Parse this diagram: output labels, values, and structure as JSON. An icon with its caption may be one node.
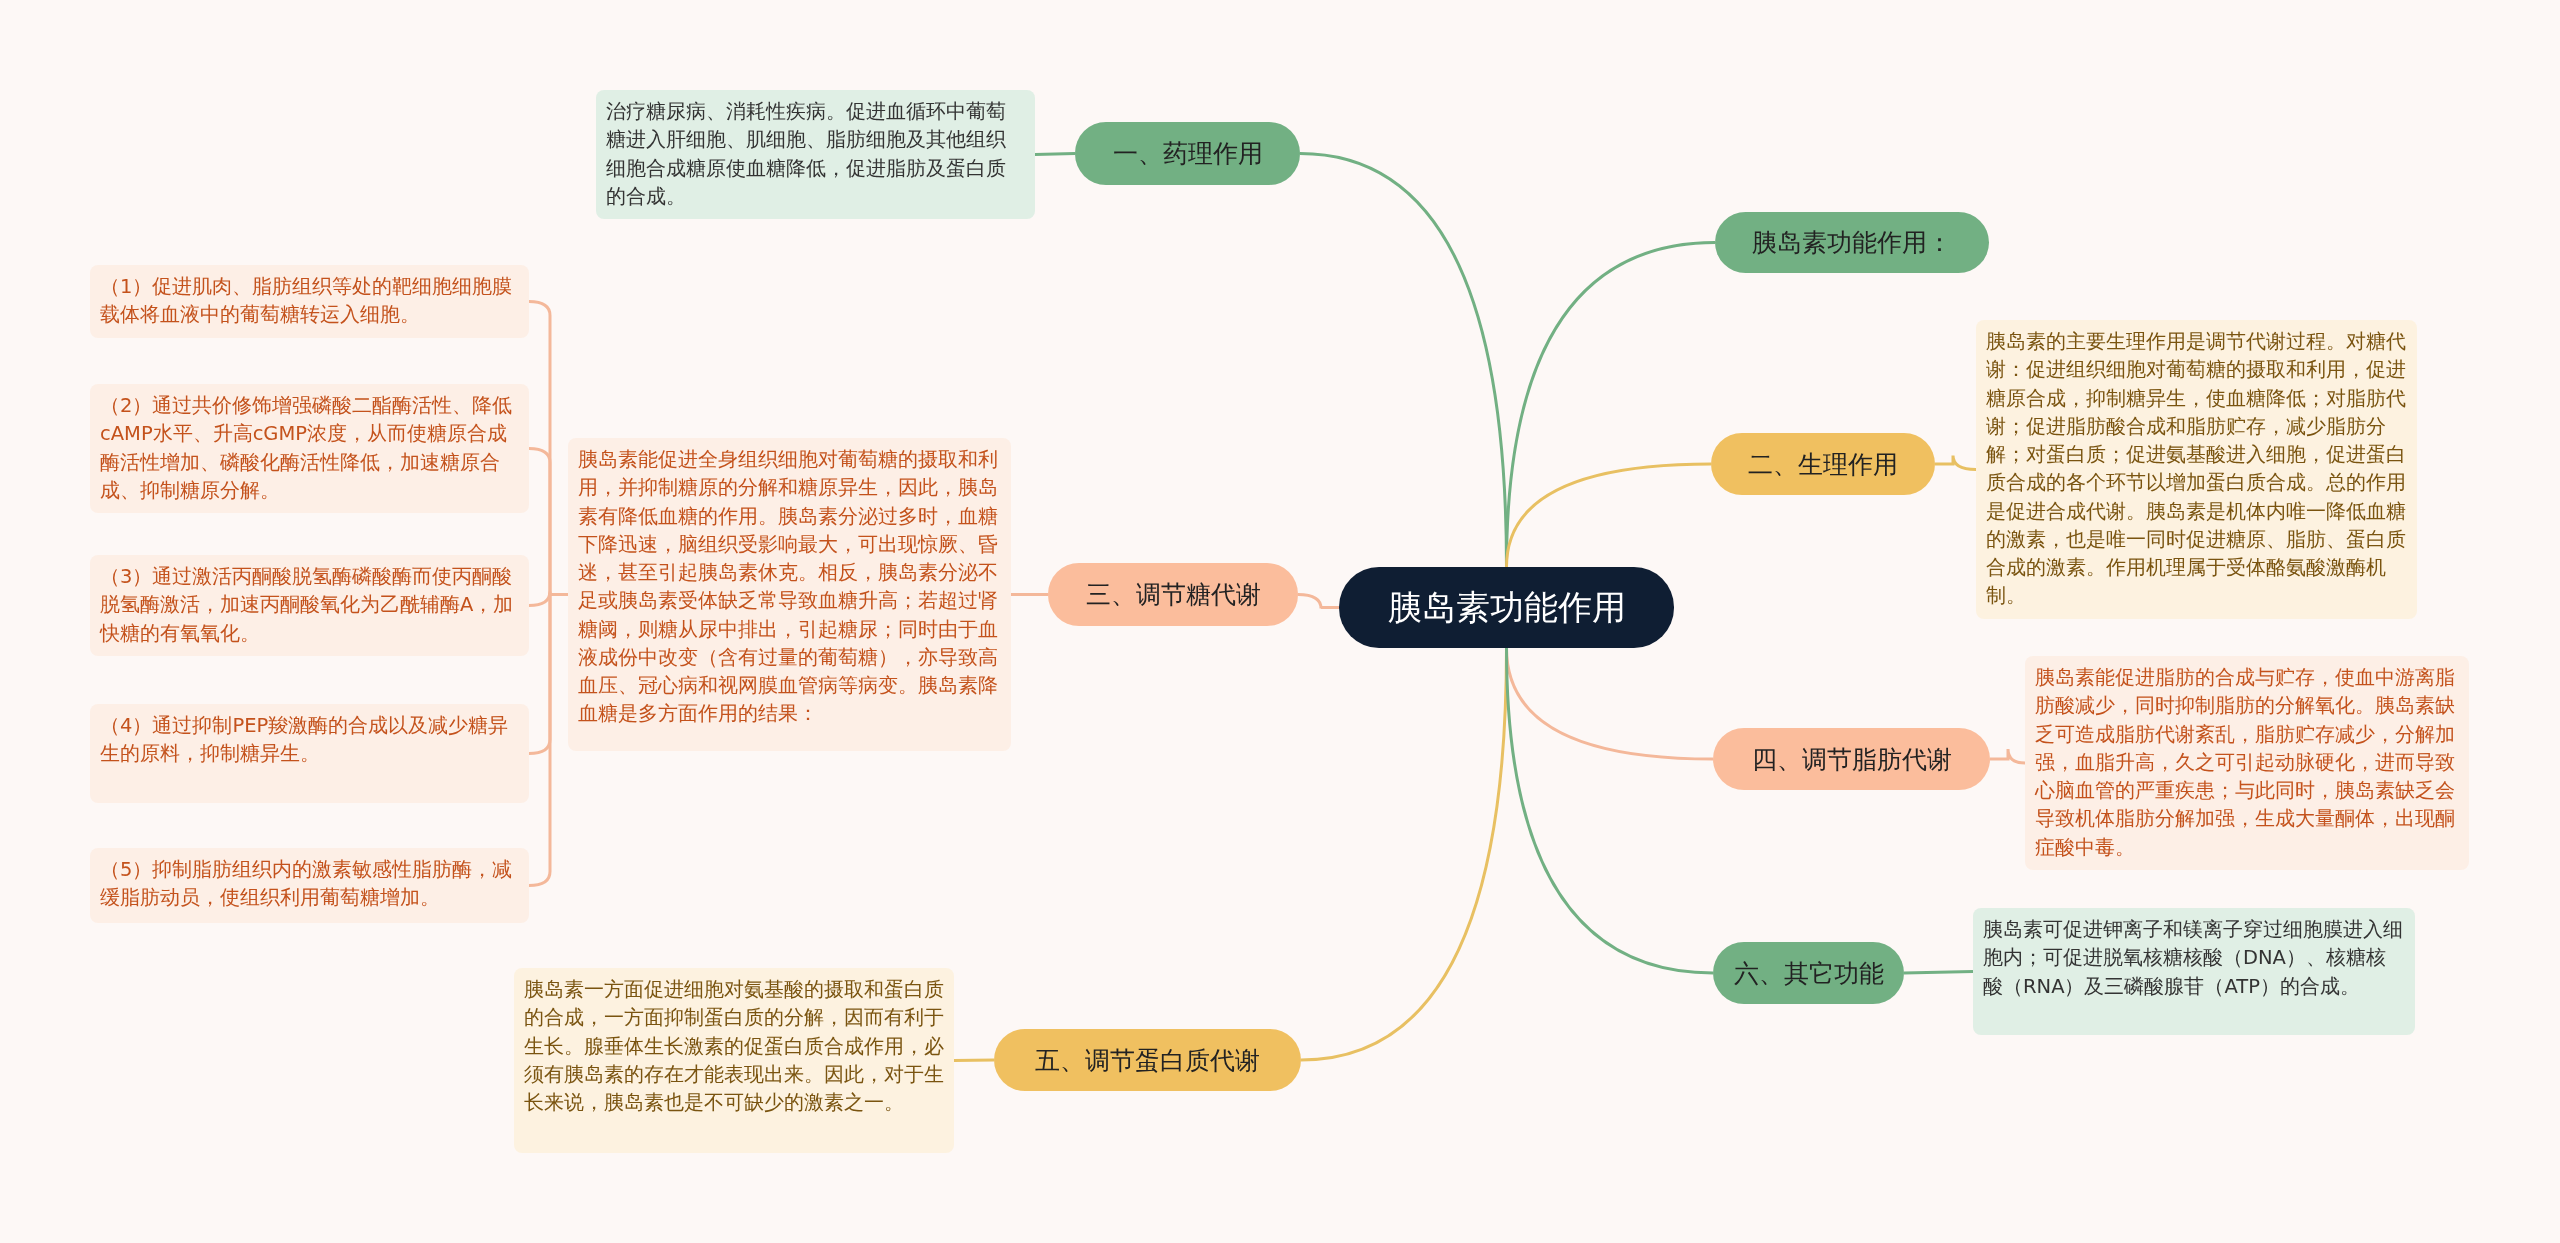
{
  "diagram": {
    "nodes": [
      {
        "text": [
          "胰岛素功能作用"
        ]
      },
      {
        "text": [
          "一、药理作用"
        ]
      },
      {
        "text": [
          "治疗糖尿病、消耗性疾病。促进血循环中葡萄糖进入肝细胞、肌细胞、脂肪细胞及其他组织细胞合成糖原使血糖降低，促进脂肪及蛋白质的合成。"
        ]
      },
      {
        "text": [
          "胰岛素功能作用："
        ]
      },
      {
        "text": [
          "二、生理作用"
        ]
      },
      {
        "text": [
          "胰岛素的主要生理作用是调节代谢过程。对糖代谢：促进组织细胞对葡萄糖的摄取和利用，促进糖原合成，抑制糖异生，使血糖降低；对脂肪代谢；促进脂肪酸合成和脂肪贮存，减少脂肪分解；对蛋白质；促进氨基酸进入细胞，促进蛋白质合成的各个环节以增加蛋白质合成。总的作用是促进合成代谢。胰岛素是机体内唯一降低血糖的激素，也是唯一同时促进糖原、脂肪、蛋白质合成的激素。作用机理属于受体酪氨酸激酶机制。"
        ]
      },
      {
        "text": [
          "三、调节糖代谢"
        ]
      },
      {
        "text": [
          "胰岛素能促进全身组织细胞对葡萄糖的摄取和利用，并抑制糖原的分解和糖原异生，因此，胰岛素有降低血糖的作用。胰岛素分泌过多时，血糖下降迅速，脑组织受影响最大，可出现惊厥、昏迷，甚至引起胰岛素休克。相反，胰岛素分泌不足或胰岛素受体缺乏常导致血糖升高；若超过肾糖阈，则糖从尿中排出，引起糖尿；同时由于血液成份中改变（含有过量的葡萄糖），亦导致高血压、冠心病和视网膜血管病等病变。胰岛素降血糖是多方面作用的结果："
        ]
      },
      {
        "text": [
          "（1）促进肌肉、脂肪组织等处的靶细胞细胞膜载体将血液中的葡萄糖转运入细胞。"
        ]
      },
      {
        "text": [
          "（2）通过共价修饰增强磷酸二酯酶活性、降低cAMP水平、升高cGMP浓度，从而使糖原合成酶活性增加、磷酸化酶活性降低，加速糖原合成、抑制糖原分解。"
        ]
      },
      {
        "text": [
          "（3）通过激活丙酮酸脱氢酶磷酸酶而使丙酮酸脱氢酶激活，加速丙酮酸氧化为乙酰辅酶A，加快糖的有氧氧化。"
        ]
      },
      {
        "text": [
          "（4）通过抑制PEP羧激酶的合成以及减少糖异生的原料，抑制糖异生。"
        ]
      },
      {
        "text": [
          "（5）抑制脂肪组织内的激素敏感性脂肪酶，减缓脂肪动员，使组织利用葡萄糖增加。"
        ]
      },
      {
        "text": [
          "四、调节脂肪代谢"
        ]
      },
      {
        "text": [
          "胰岛素能促进脂肪的合成与贮存，使血中游离脂肪酸减少，同时抑制脂肪的分解氧化。胰岛素缺乏可造成脂肪代谢紊乱，脂肪贮存减少，分解加强，血脂升高，久之可引起动脉硬化，进而导致心脑血管的严重疾患；与此同时，胰岛素缺乏会导致机体脂肪分解加强，生成大量酮体，出现酮症酸中毒。"
        ]
      },
      {
        "text": [
          "五、调节蛋白质代谢"
        ]
      },
      {
        "text": [
          "胰岛素一方面促进细胞对氨基酸的摄取和蛋白质的合成，一方面抑制蛋白质的分解，因而有利于生长。腺垂体生长激素的促蛋白质合成作用，必须有胰岛素的存在才能表现出来。因此，对于生长来说，胰岛素也是不可缺少的激素之一。"
        ]
      },
      {
        "text": [
          "六、其它功能"
        ]
      },
      {
        "text": [
          "胰岛素可促进钾离子和镁离子穿过细胞膜进入细胞内；可促进脱氧核糖核酸（DNA）、核糖核酸（RNA）及三磷酸腺苷（ATP）的合成。"
        ]
      }
    ],
    "edges": [
      {
        "from": 0,
        "to": 1,
        "arrow": "none",
        "color": "#72b083"
      },
      {
        "from": 1,
        "to": 2,
        "arrow": "none",
        "color": "#72b083"
      },
      {
        "from": 0,
        "to": 3,
        "arrow": "none",
        "color": "#72b083"
      },
      {
        "from": 0,
        "to": 4,
        "arrow": "none",
        "color": "#e8c062"
      },
      {
        "from": 4,
        "to": 5,
        "arrow": "none",
        "color": "#e8c062"
      },
      {
        "from": 0,
        "to": 6,
        "arrow": "none"
      },
      {
        "from": 6,
        "to": 7,
        "arrow": "none"
      },
      {
        "from": 7,
        "to": 8,
        "arrow": "none"
      },
      {
        "from": 7,
        "to": 9,
        "arrow": "none"
      },
      {
        "from": 7,
        "to": 10,
        "arrow": "none"
      },
      {
        "from": 7,
        "to": 11,
        "arrow": "none"
      },
      {
        "from": 7,
        "to": 12,
        "arrow": "none"
      },
      {
        "from": 0,
        "to": 13,
        "arrow": "none"
      },
      {
        "from": 13,
        "to": 14,
        "arrow": "none"
      },
      {
        "from": 0,
        "to": 15,
        "arrow": "none",
        "color": "#e8c062"
      },
      {
        "from": 15,
        "to": 16,
        "arrow": "none",
        "color": "#e8c062"
      },
      {
        "from": 0,
        "to": 17,
        "arrow": "none",
        "color": "#72b083"
      },
      {
        "from": 17,
        "to": 18,
        "arrow": "none",
        "color": "#72b083"
      }
    ]
  }
}
